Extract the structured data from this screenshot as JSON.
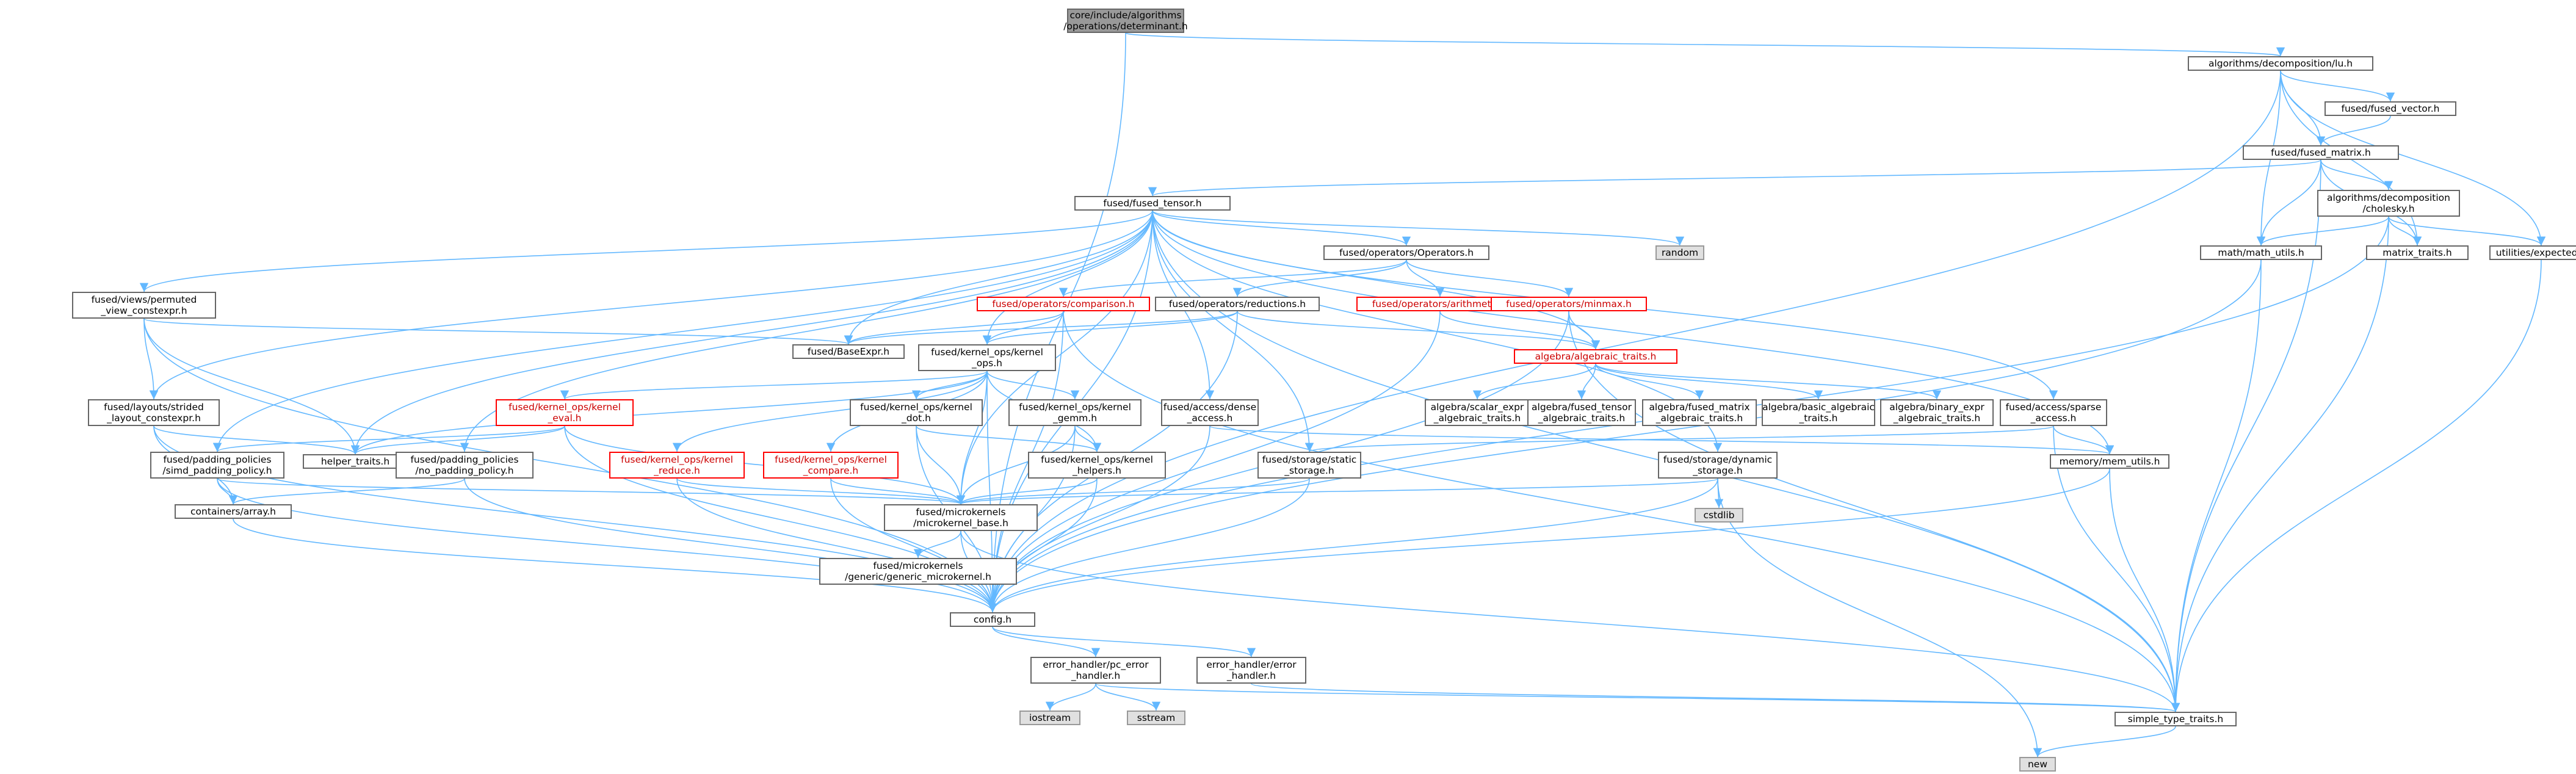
{
  "colors": {
    "edge": "#63b8ff",
    "border": "#666666",
    "focus_fill": "#999999",
    "external_fill": "#e0e0e0",
    "truncated_border": "#ff0000"
  },
  "nodes": [
    {
      "id": "det",
      "label": "core/include/algorithms\n/operations/determinant.h",
      "style": "focus"
    },
    {
      "id": "lu",
      "label": "algorithms/decomposition/lu.h",
      "style": "normal"
    },
    {
      "id": "fvec",
      "label": "fused/fused_vector.h",
      "style": "normal"
    },
    {
      "id": "fmat",
      "label": "fused/fused_matrix.h",
      "style": "normal"
    },
    {
      "id": "ften",
      "label": "fused/fused_tensor.h",
      "style": "normal"
    },
    {
      "id": "chol",
      "label": "algorithms/decomposition\n/cholesky.h",
      "style": "normal"
    },
    {
      "id": "mathu",
      "label": "math/math_utils.h",
      "style": "normal"
    },
    {
      "id": "mtraits",
      "label": "matrix_traits.h",
      "style": "normal"
    },
    {
      "id": "uexp",
      "label": "utilities/expected.h",
      "style": "normal"
    },
    {
      "id": "random",
      "label": "random",
      "style": "ext"
    },
    {
      "id": "fops",
      "label": "fused/operators/Operators.h",
      "style": "normal"
    },
    {
      "id": "fperm",
      "label": "fused/views/permuted\n_view_constexpr.h",
      "style": "normal"
    },
    {
      "id": "fcomp",
      "label": "fused/operators/comparison.h",
      "style": "red"
    },
    {
      "id": "fred",
      "label": "fused/operators/reductions.h",
      "style": "normal"
    },
    {
      "id": "farith",
      "label": "fused/operators/arithmetic.h",
      "style": "red"
    },
    {
      "id": "fminmax",
      "label": "fused/operators/minmax.h",
      "style": "red"
    },
    {
      "id": "fbase",
      "label": "fused/BaseExpr.h",
      "style": "normal"
    },
    {
      "id": "fkops",
      "label": "fused/kernel_ops/kernel\n_ops.h",
      "style": "normal"
    },
    {
      "id": "aat",
      "label": "algebra/algebraic_traits.h",
      "style": "red"
    },
    {
      "id": "flayout",
      "label": "fused/layouts/strided\n_layout_constexpr.h",
      "style": "normal"
    },
    {
      "id": "fkeval",
      "label": "fused/kernel_ops/kernel\n_eval.h",
      "style": "red"
    },
    {
      "id": "fkdot",
      "label": "fused/kernel_ops/kernel\n_dot.h",
      "style": "normal"
    },
    {
      "id": "fkgemm",
      "label": "fused/kernel_ops/kernel\n_gemm.h",
      "style": "normal"
    },
    {
      "id": "fadense",
      "label": "fused/access/dense\n_access.h",
      "style": "normal"
    },
    {
      "id": "ase",
      "label": "algebra/scalar_expr\n_algebraic_traits.h",
      "style": "normal"
    },
    {
      "id": "aft",
      "label": "algebra/fused_tensor\n_algebraic_traits.h",
      "style": "normal"
    },
    {
      "id": "afm",
      "label": "algebra/fused_matrix\n_algebraic_traits.h",
      "style": "normal"
    },
    {
      "id": "aba",
      "label": "algebra/basic_algebraic\n_traits.h",
      "style": "normal"
    },
    {
      "id": "abe",
      "label": "algebra/binary_expr\n_algebraic_traits.h",
      "style": "normal"
    },
    {
      "id": "fasparse",
      "label": "fused/access/sparse\n_access.h",
      "style": "normal"
    },
    {
      "id": "fpsimd",
      "label": "fused/padding_policies\n/simd_padding_policy.h",
      "style": "normal"
    },
    {
      "id": "helper",
      "label": "helper_traits.h",
      "style": "normal"
    },
    {
      "id": "fpnone",
      "label": "fused/padding_policies\n/no_padding_policy.h",
      "style": "normal"
    },
    {
      "id": "fkreduce",
      "label": "fused/kernel_ops/kernel\n_reduce.h",
      "style": "red"
    },
    {
      "id": "fkcompare",
      "label": "fused/kernel_ops/kernel\n_compare.h",
      "style": "red"
    },
    {
      "id": "fkhelp",
      "label": "fused/kernel_ops/kernel\n_helpers.h",
      "style": "normal"
    },
    {
      "id": "fsstatic",
      "label": "fused/storage/static\n_storage.h",
      "style": "normal"
    },
    {
      "id": "fsdyn",
      "label": "fused/storage/dynamic\n_storage.h",
      "style": "normal"
    },
    {
      "id": "memu",
      "label": "memory/mem_utils.h",
      "style": "normal"
    },
    {
      "id": "carray",
      "label": "containers/array.h",
      "style": "normal"
    },
    {
      "id": "fmk",
      "label": "fused/microkernels\n/microkernel_base.h",
      "style": "normal"
    },
    {
      "id": "cstdlib",
      "label": "cstdlib",
      "style": "ext"
    },
    {
      "id": "fmkgen",
      "label": "fused/microkernels\n/generic/generic_microkernel.h",
      "style": "normal"
    },
    {
      "id": "config",
      "label": "config.h",
      "style": "normal"
    },
    {
      "id": "ehpc",
      "label": "error_handler/pc_error\n_handler.h",
      "style": "normal"
    },
    {
      "id": "eh",
      "label": "error_handler/error\n_handler.h",
      "style": "normal"
    },
    {
      "id": "iostream",
      "label": "iostream",
      "style": "ext"
    },
    {
      "id": "sstream",
      "label": "sstream",
      "style": "ext"
    },
    {
      "id": "stt",
      "label": "simple_type_traits.h",
      "style": "normal"
    },
    {
      "id": "new",
      "label": "new",
      "style": "ext"
    }
  ],
  "edges": [
    [
      "det",
      "lu"
    ],
    [
      "det",
      "config"
    ],
    [
      "lu",
      "fvec"
    ],
    [
      "lu",
      "fmat"
    ],
    [
      "lu",
      "mathu"
    ],
    [
      "lu",
      "mtraits"
    ],
    [
      "lu",
      "uexp"
    ],
    [
      "lu",
      "config"
    ],
    [
      "fvec",
      "fmat"
    ],
    [
      "fmat",
      "ften"
    ],
    [
      "fmat",
      "chol"
    ],
    [
      "fmat",
      "mathu"
    ],
    [
      "fmat",
      "mtraits"
    ],
    [
      "fmat",
      "stt"
    ],
    [
      "chol",
      "mathu"
    ],
    [
      "chol",
      "mtraits"
    ],
    [
      "chol",
      "uexp"
    ],
    [
      "chol",
      "config"
    ],
    [
      "chol",
      "stt"
    ],
    [
      "ften",
      "random"
    ],
    [
      "ften",
      "fops"
    ],
    [
      "ften",
      "fperm"
    ],
    [
      "ften",
      "fbase"
    ],
    [
      "ften",
      "fkops"
    ],
    [
      "ften",
      "aat"
    ],
    [
      "ften",
      "flayout"
    ],
    [
      "ften",
      "fadense"
    ],
    [
      "ften",
      "fasparse"
    ],
    [
      "ften",
      "fpsimd"
    ],
    [
      "ften",
      "helper"
    ],
    [
      "ften",
      "fpnone"
    ],
    [
      "ften",
      "fsstatic"
    ],
    [
      "ften",
      "fsdyn"
    ],
    [
      "ften",
      "memu"
    ],
    [
      "ften",
      "fmk"
    ],
    [
      "ften",
      "config"
    ],
    [
      "ften",
      "stt"
    ],
    [
      "fops",
      "fcomp"
    ],
    [
      "fops",
      "fred"
    ],
    [
      "fops",
      "farith"
    ],
    [
      "fops",
      "fminmax"
    ],
    [
      "fcomp",
      "fbase"
    ],
    [
      "fcomp",
      "fkops"
    ],
    [
      "fcomp",
      "config"
    ],
    [
      "fcomp",
      "stt"
    ],
    [
      "fred",
      "fbase"
    ],
    [
      "fred",
      "fkops"
    ],
    [
      "fred",
      "aat"
    ],
    [
      "fred",
      "config"
    ],
    [
      "farith",
      "aat"
    ],
    [
      "farith",
      "config"
    ],
    [
      "fminmax",
      "aat"
    ],
    [
      "fminmax",
      "config"
    ],
    [
      "fminmax",
      "stt"
    ],
    [
      "fperm",
      "fbase"
    ],
    [
      "fperm",
      "flayout"
    ],
    [
      "fperm",
      "helper"
    ],
    [
      "fperm",
      "config"
    ],
    [
      "fkops",
      "fkeval"
    ],
    [
      "fkops",
      "fkdot"
    ],
    [
      "fkops",
      "fkgemm"
    ],
    [
      "fkops",
      "fkreduce"
    ],
    [
      "fkops",
      "fkcompare"
    ],
    [
      "fkops",
      "fkhelp"
    ],
    [
      "fkops",
      "fmk"
    ],
    [
      "fkops",
      "helper"
    ],
    [
      "fkops",
      "config"
    ],
    [
      "aat",
      "ase"
    ],
    [
      "aat",
      "aft"
    ],
    [
      "aat",
      "afm"
    ],
    [
      "aat",
      "aba"
    ],
    [
      "aat",
      "abe"
    ],
    [
      "flayout",
      "helper"
    ],
    [
      "flayout",
      "carray"
    ],
    [
      "flayout",
      "config"
    ],
    [
      "fkeval",
      "fpsimd"
    ],
    [
      "fkeval",
      "helper"
    ],
    [
      "fkeval",
      "fmk"
    ],
    [
      "fkeval",
      "config"
    ],
    [
      "fkdot",
      "fkhelp"
    ],
    [
      "fkdot",
      "fmk"
    ],
    [
      "fkdot",
      "config"
    ],
    [
      "fkgemm",
      "fkhelp"
    ],
    [
      "fkgemm",
      "fmk"
    ],
    [
      "fkgemm",
      "config"
    ],
    [
      "fadense",
      "memu"
    ],
    [
      "fadense",
      "config"
    ],
    [
      "fasparse",
      "fsstatic"
    ],
    [
      "fasparse",
      "memu"
    ],
    [
      "fasparse",
      "stt"
    ],
    [
      "fpsimd",
      "carray"
    ],
    [
      "fpsimd",
      "fmk"
    ],
    [
      "fpsimd",
      "config"
    ],
    [
      "fpnone",
      "carray"
    ],
    [
      "fpnone",
      "config"
    ],
    [
      "fkreduce",
      "fmk"
    ],
    [
      "fkreduce",
      "config"
    ],
    [
      "fkcompare",
      "fmk"
    ],
    [
      "fkcompare",
      "config"
    ],
    [
      "fkhelp",
      "fmk"
    ],
    [
      "fkhelp",
      "config"
    ],
    [
      "fsstatic",
      "fmk"
    ],
    [
      "fsstatic",
      "config"
    ],
    [
      "fsdyn",
      "fmk"
    ],
    [
      "fsdyn",
      "cstdlib"
    ],
    [
      "fsdyn",
      "config"
    ],
    [
      "fsdyn",
      "new"
    ],
    [
      "memu",
      "config"
    ],
    [
      "memu",
      "stt"
    ],
    [
      "carray",
      "config"
    ],
    [
      "fmk",
      "fmkgen"
    ],
    [
      "fmk",
      "config"
    ],
    [
      "fmk",
      "stt"
    ],
    [
      "mathu",
      "config"
    ],
    [
      "mathu",
      "stt"
    ],
    [
      "uexp",
      "stt"
    ],
    [
      "config",
      "ehpc"
    ],
    [
      "config",
      "eh"
    ],
    [
      "ehpc",
      "iostream"
    ],
    [
      "ehpc",
      "sstream"
    ],
    [
      "ehpc",
      "stt"
    ],
    [
      "eh",
      "stt"
    ],
    [
      "stt",
      "new"
    ]
  ]
}
